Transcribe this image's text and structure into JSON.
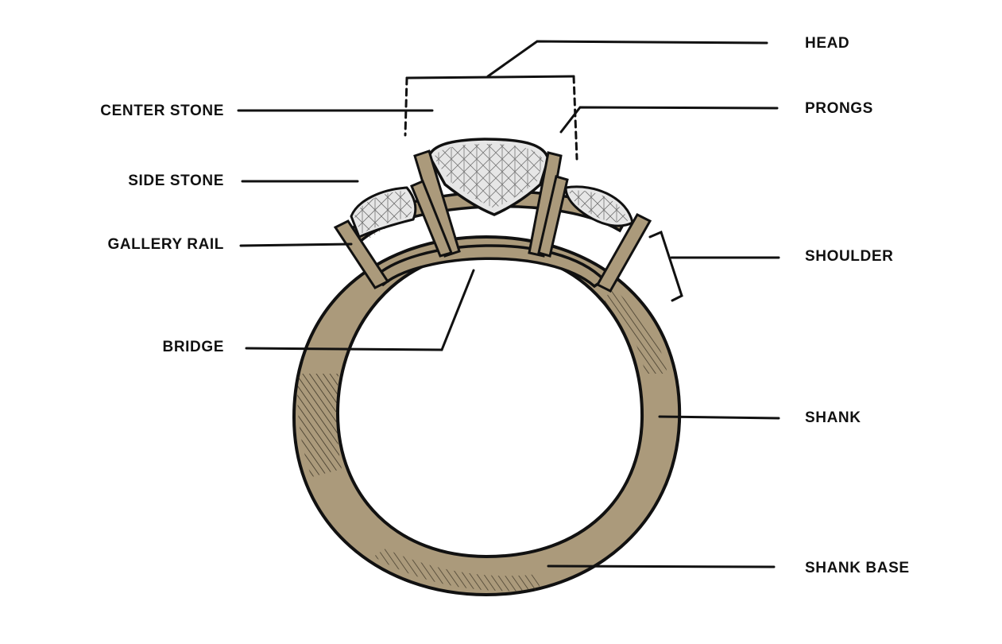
{
  "diagram": {
    "subject": "engagement ring anatomy",
    "labels": {
      "head": "HEAD",
      "center_stone": "CENTER STONE",
      "prongs": "PRONGS",
      "side_stone": "SIDE STONE",
      "gallery_rail": "GALLERY RAIL",
      "shoulder": "SHOULDER",
      "bridge": "BRIDGE",
      "shank": "SHANK",
      "shank_base": "SHANK BASE"
    },
    "colors": {
      "metal": "#ab9a7b",
      "metal_shadow": "#8a7a5e",
      "ink": "#111111",
      "stone": "#e6e6e6",
      "background": "#ffffff"
    }
  }
}
